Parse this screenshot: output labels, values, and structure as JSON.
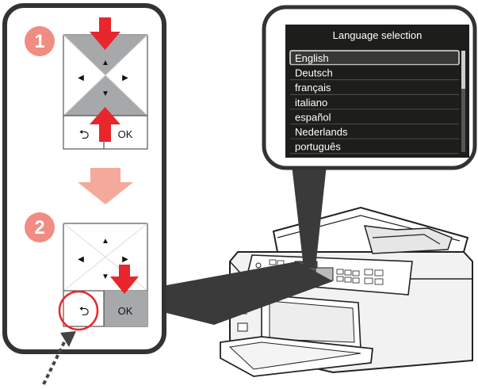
{
  "steps": [
    {
      "number": "1",
      "back_label": "⮌",
      "ok_label": "OK"
    },
    {
      "number": "2",
      "back_label": "⮌",
      "ok_label": "OK"
    }
  ],
  "dpad_arrows": {
    "up": "▲",
    "down": "▼",
    "left": "◀",
    "right": "▶"
  },
  "screen": {
    "title": "Language selection",
    "languages": [
      "English",
      "Deutsch",
      "français",
      "italiano",
      "español",
      "Nederlands",
      "português"
    ],
    "selected_index": 0
  },
  "colors": {
    "accent_red": "#e8262b",
    "step_badge": "#f08c82",
    "flow_arrow": "#f4a99b",
    "panel_gray": "#a7a8aa",
    "screen_bg": "#1d1d1b"
  }
}
